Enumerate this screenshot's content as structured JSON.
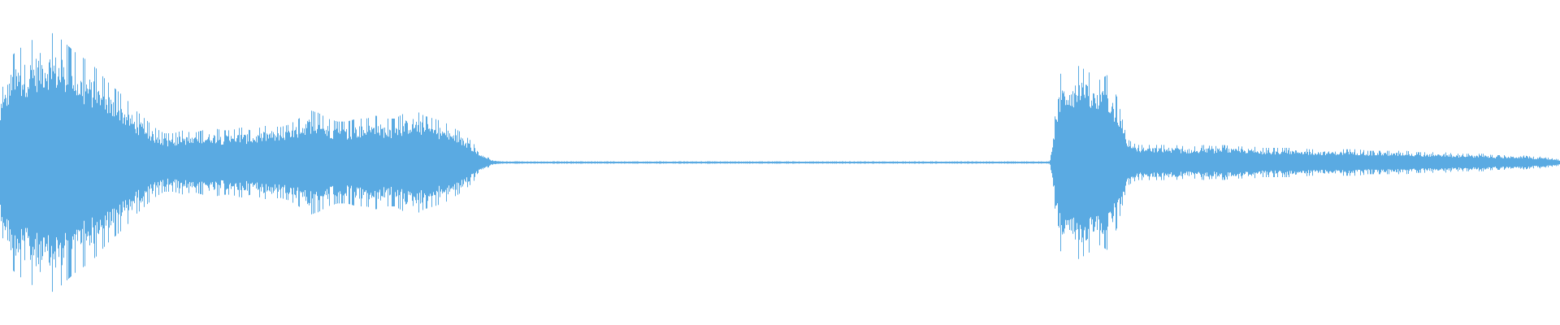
{
  "waveform": {
    "color": "#5aaae2",
    "background": "#ffffff",
    "amplitude_envelope": [
      0.45,
      0.72,
      0.78,
      0.82,
      0.88,
      0.9,
      0.86,
      0.8,
      0.74,
      0.7,
      0.64,
      0.56,
      0.5,
      0.44,
      0.36,
      0.3,
      0.24,
      0.2,
      0.2,
      0.22,
      0.2,
      0.22,
      0.24,
      0.22,
      0.22,
      0.24,
      0.22,
      0.24,
      0.26,
      0.24,
      0.26,
      0.3,
      0.36,
      0.34,
      0.3,
      0.28,
      0.28,
      0.3,
      0.3,
      0.32,
      0.3,
      0.3,
      0.34,
      0.36,
      0.32,
      0.3,
      0.28,
      0.24,
      0.2,
      0.14,
      0.06,
      0.02,
      0.008,
      0.008,
      0.008,
      0.008,
      0.008,
      0.008,
      0.008,
      0.008,
      0.008,
      0.008,
      0.008,
      0.008,
      0.008,
      0.008,
      0.008,
      0.008,
      0.008,
      0.008,
      0.008,
      0.008,
      0.008,
      0.008,
      0.008,
      0.008,
      0.008,
      0.008,
      0.008,
      0.008,
      0.008,
      0.008,
      0.008,
      0.008,
      0.008,
      0.008,
      0.008,
      0.008,
      0.008,
      0.008,
      0.008,
      0.008,
      0.008,
      0.008,
      0.008,
      0.008,
      0.008,
      0.008,
      0.008,
      0.008,
      0.008,
      0.008,
      0.008,
      0.008,
      0.008,
      0.008,
      0.008,
      0.008,
      0.008,
      0.008,
      0.6,
      0.66,
      0.66,
      0.62,
      0.56,
      0.6,
      0.44,
      0.16,
      0.12,
      0.12,
      0.12,
      0.12,
      0.12,
      0.11,
      0.11,
      0.12,
      0.11,
      0.12,
      0.11,
      0.11,
      0.11,
      0.1,
      0.1,
      0.1,
      0.1,
      0.1,
      0.09,
      0.09,
      0.09,
      0.09,
      0.09,
      0.09,
      0.08,
      0.08,
      0.08,
      0.08,
      0.08,
      0.07,
      0.07,
      0.07,
      0.07,
      0.06,
      0.06,
      0.06,
      0.06,
      0.05,
      0.05,
      0.05,
      0.05,
      0.04,
      0.04,
      0.03,
      0.02
    ]
  }
}
